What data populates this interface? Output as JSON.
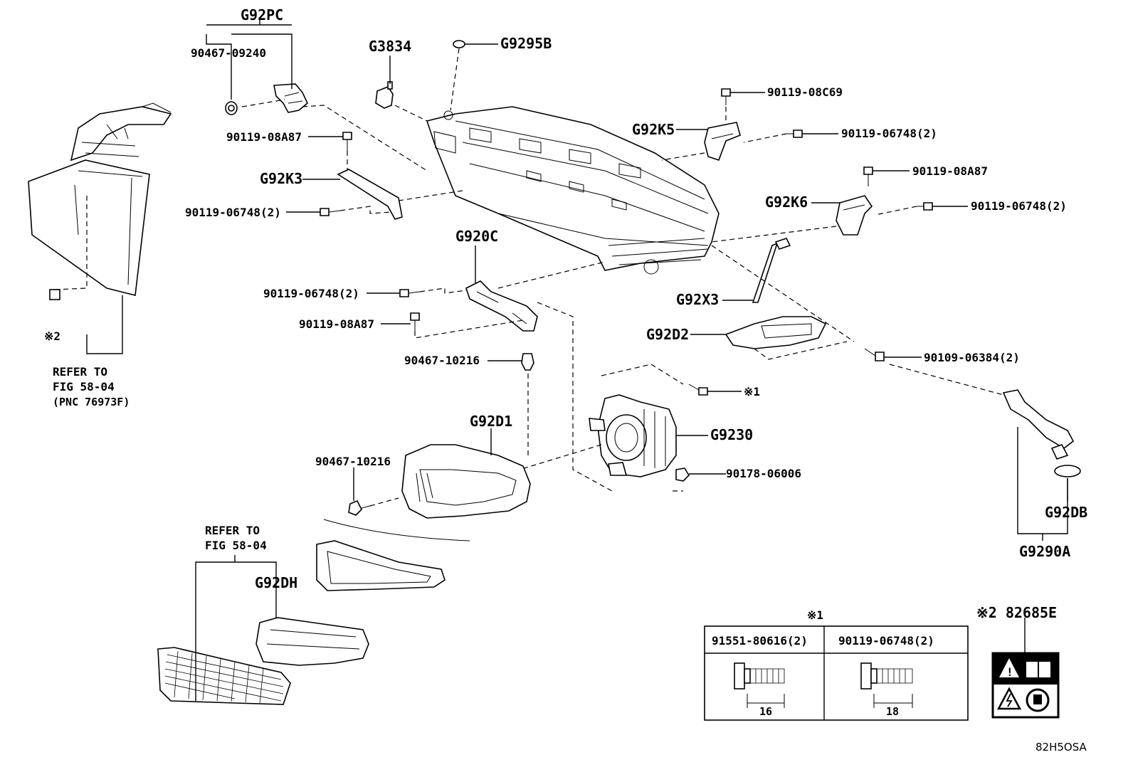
{
  "labels": {
    "G92PC": "G92PC",
    "p90467_09240": "90467-09240",
    "G3834": "G3834",
    "G9295B": "G9295B",
    "p90119_08C69": "90119-08C69",
    "G92K5": "G92K5",
    "p90119_06748_2_a": "90119-06748(2)",
    "p90119_08A87_a": "90119-08A87",
    "G92K3": "G92K3",
    "p90119_06748_2_b": "90119-06748(2)",
    "p90119_08A87_b": "90119-08A87",
    "G92K6": "G92K6",
    "p90119_06748_2_c": "90119-06748(2)",
    "G920C": "G920C",
    "p90119_06748_2_d": "90119-06748(2)",
    "p90119_08A87_c": "90119-08A87",
    "G92X3": "G92X3",
    "G92D2": "G92D2",
    "p90109_06384_2": "90109-06384(2)",
    "p90467_10216_a": "90467-10216",
    "note1_ref": "※1",
    "note2_ref": "※2",
    "refer1_line1": "REFER TO",
    "refer1_line2": "FIG 58-04",
    "refer1_line3": "(PNC 76973F)",
    "G92D1": "G92D1",
    "G9230": "G9230",
    "p90467_10216_b": "90467-10216",
    "p90178_06006": "90178-06006",
    "G92DB": "G92DB",
    "G9290A": "G9290A",
    "refer2_line1": "REFER TO",
    "refer2_line2": "FIG 58-04",
    "G92DH": "G92DH"
  },
  "table": {
    "title": "※1",
    "col1_part": "91551-80616(2)",
    "col1_dim": "16",
    "col2_part": "90119-06748(2)",
    "col2_dim": "18"
  },
  "label_box": {
    "title": "※2 82685E"
  },
  "figure_code": "82H5OSA"
}
